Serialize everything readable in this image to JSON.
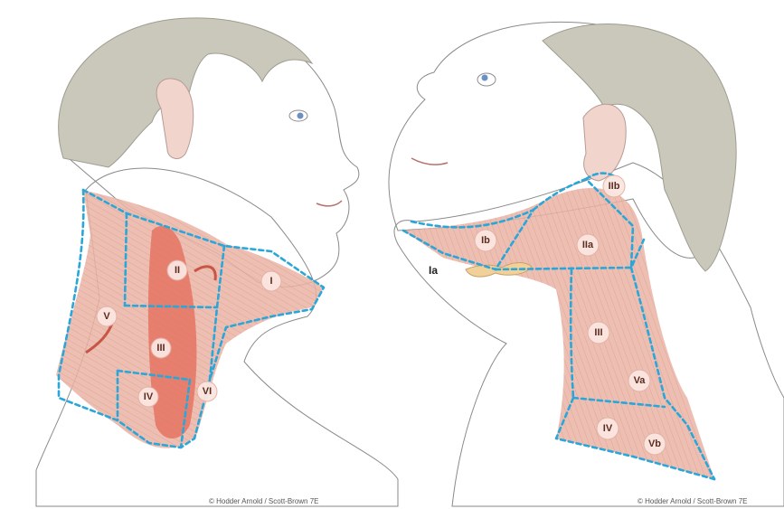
{
  "colors": {
    "skin": "#f6e2dc",
    "hair": "#c9c8bb",
    "muscle": "#e7a595",
    "artery": "#e56f5c",
    "boundary": "#2aa6d9",
    "label_fill": "#fbe6e0"
  },
  "left_figure": {
    "levels": [
      "I",
      "II",
      "III",
      "IV",
      "V",
      "VI"
    ],
    "credit": "© Hodder Arnold / Scott-Brown 7E"
  },
  "right_figure": {
    "levels": [
      "IIb",
      "Ib",
      "IIa",
      "Ia",
      "III",
      "Va",
      "IV",
      "Vb"
    ],
    "credit": "© Hodder Arnold / Scott-Brown 7E"
  }
}
